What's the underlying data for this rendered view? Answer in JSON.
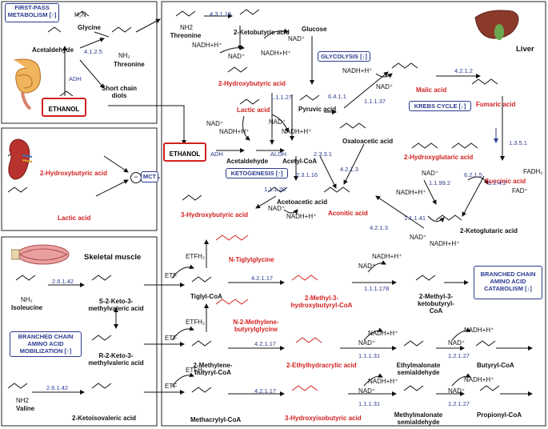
{
  "panels": {
    "first_pass": {
      "title": "FIRST-PASS METABOLISM [↑]"
    },
    "liver": {
      "title": "Liver"
    },
    "skeletal": {
      "title": "Skeletal muscle"
    },
    "mobilization": {
      "title": "BRANCHED CHAIN AMINO ACID MOBILIZATION [↑]"
    },
    "catabolism": {
      "title": "BRANCHED CHAIN AMINO ACID CATABOLISM [↓]"
    }
  },
  "pathways": {
    "glycolysis": "GLYCOLYSIS [↓]",
    "krebs": "KREBS CYCLE [↓]",
    "ketogenesis": "KETOGENESIS [↑]",
    "mct": "MCT"
  },
  "compounds": {
    "glycine": "Glycine",
    "acetaldehyde_fp": "Acetaldehyde",
    "threonine_fp": "Threonine",
    "nh2_fp": "NH₂",
    "h2n_fp": "H₂N",
    "short_chain": "Short chain diols",
    "ethanol_fp": "ETHANOL",
    "threonine": "Threonine",
    "nh2_thr": "NH2",
    "ketobutyric": "2-Ketobutyric acid",
    "glucose": "Glucose",
    "acetaldehyde": "Acetaldehyde",
    "hydroxybutyric_liver": "2-Hydroxybutyric acid",
    "lactic_liver": "Lactic acid",
    "pyruvic": "Pyruvic acid",
    "malic": "Malic acid",
    "fumaric": "Fumaric acid",
    "oxaloacetic": "Oxaloacetic acid",
    "ethanol_liver": "ETHANOL",
    "acetyl_coa": "Acetyl-CoA",
    "hydroxyglutaric": "2-Hydroxyglutaric acid",
    "succinic": "Succinic acid",
    "acetoacetic": "Acetoacetic acid",
    "hydroxybutyric3": "3-Hydroxybutyric acid",
    "aconitic": "Aconitic acid",
    "ketoglutaric": "2-Ketoglutaric acid",
    "hydroxybutyric_kidney": "2-Hydroxybutyric acid",
    "lactic_kidney": "Lactic acid",
    "isoleucine": "Isoleucine",
    "nh2_ile": "NH₂",
    "s2keto": "S-2-Keto-3-methylvaleric acid",
    "r2keto": "R-2-Keto-3-methylvaleric acid",
    "valine": "Valine",
    "nh2_val": "NH2",
    "ketoisovaleric": "2-Ketoisovaleric acid",
    "tiglylglycine": "N-Tiglylglycine",
    "tiglyl_coa": "Tiglyl-CoA",
    "methyl3hydroxy": "2-Methyl-3-hydroxybutyryl-CoA",
    "methyl3keto": "2-Methyl-3-ketobutyryl-CoA",
    "methylenebutyrylglycine": "N-2-Methylene-butyrylglycine",
    "methylene_coa": "2-Methylene-butyryl-CoA",
    "ethylhydracrylic": "2-Ethylhydracrylic acid",
    "ethylmalonate": "Ethylmalonate semialdehyde",
    "butyryl_coa": "Butyryl-CoA",
    "methacrylyl": "Methacrylyl-CoA",
    "hydroxyisobutyric": "3-Hydroxyisobutyric acid",
    "methylmalonate": "Methylmalonate semialdehyde",
    "propionyl": "Propionyl-CoA"
  },
  "cofactors": {
    "nadh_h": "NADH+H⁺",
    "nad": "NAD⁺",
    "etfh2": "ETFH₂",
    "etf": "ETF",
    "fadh2": "FADH₂",
    "fad": "FAD⁺"
  },
  "enzymes": {
    "e4319": "4.3.1.19",
    "e4125": "4.1.2.5",
    "adh": "ADH",
    "aldh": "ALDH",
    "e11127": "1.1.1.27",
    "e6411": "6.4.1.1",
    "e11137": "1.1.1.37",
    "e4212": "4.2.1.2",
    "e13511": "1.3.5.1",
    "e23391": "2.3.3.1",
    "e23116": "2.3.1.16",
    "e4213a": "4.2.1.3",
    "e4213b": "4.2.1.3",
    "e11130": "1.1.1.30",
    "e11992": "1.1.99.2",
    "e6215": "6.2.1.5",
    "e1242": "1.2.4.2",
    "e11141": "1.1.1.41",
    "e26142a": "2.6.1.42",
    "e26142b": "2.6.1.42",
    "e42117a": "4.2.1.17",
    "e42117b": "4.2.1.17",
    "e42117c": "4.2.1.17",
    "e111178": "1.1.1.178",
    "e11131a": "1.1.1.31",
    "e11131b": "1.1.1.31",
    "e12127a": "1.2.1.27",
    "e12127b": "1.2.1.27"
  },
  "colors": {
    "red": "#d32020",
    "blue": "#2b3a8f",
    "black": "#111111"
  },
  "icons": [
    "intestine-icon",
    "liver-icon",
    "kidney-icon",
    "muscle-icon"
  ]
}
